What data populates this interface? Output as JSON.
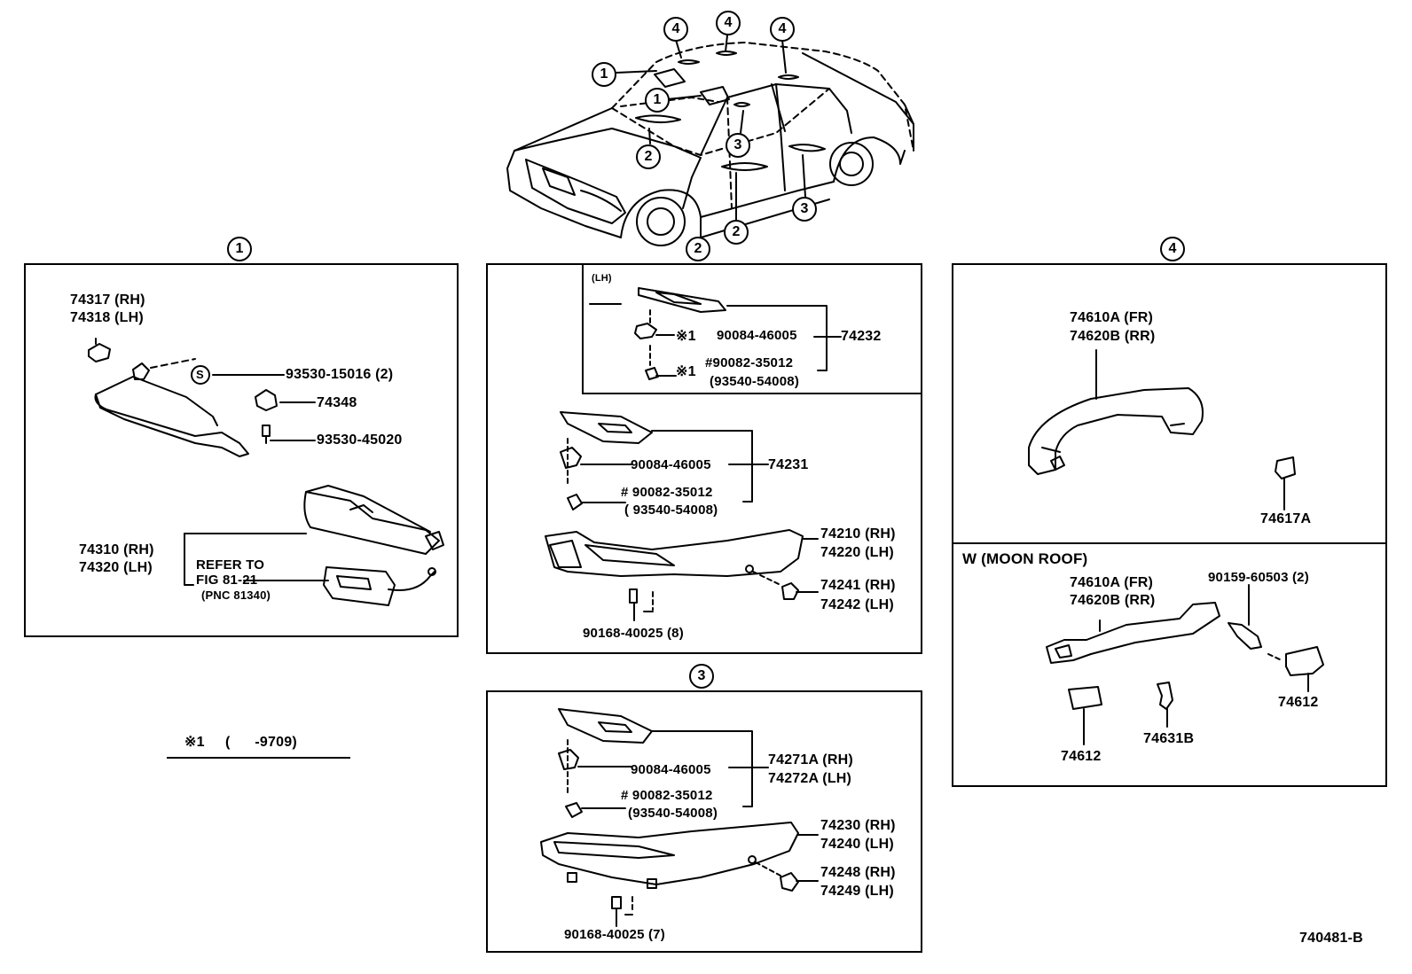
{
  "figure_code": "740481-B",
  "callouts": {
    "c1": "1",
    "c2": "2",
    "c3": "3",
    "c4": "4",
    "s": "S"
  },
  "footnote": {
    "mark": "※1",
    "range": "(      -9709)"
  },
  "section1": {
    "visor_clip": [
      "74317 (RH)",
      "74318 (LH)"
    ],
    "screw_s": "93530-15016 (2)",
    "holder": "74348",
    "screw": "93530-45020",
    "visor": [
      "74310 (RH)",
      "74320 (LH)"
    ],
    "refer": [
      "REFER TO",
      "FIG 81-21",
      "(PNC 81340)"
    ]
  },
  "section2": {
    "lh_tag": "(LH)",
    "top": {
      "clip_mark": "※1",
      "clip": "90084-46005",
      "assy": "74232",
      "screw_mark": "※1",
      "screw": "#90082-35012",
      "screw_alt": "(93540-54008)"
    },
    "mid": {
      "clip": "90084-46005",
      "assy": "74231",
      "screw": "# 90082-35012",
      "screw_alt": "( 93540-54008)"
    },
    "grip": [
      "74210 (RH)",
      "74220 (LH)"
    ],
    "plug": [
      "74241 (RH)",
      "74242 (LH)"
    ],
    "bolt": "90168-40025 (8)"
  },
  "section3": {
    "clip": "90084-46005",
    "assy": [
      "74271A (RH)",
      "74272A (LH)"
    ],
    "screw": "# 90082-35012",
    "screw_alt": "(93540-54008)",
    "grip": [
      "74230 (RH)",
      "74240 (LH)"
    ],
    "plug": [
      "74248 (RH)",
      "74249 (LH)"
    ],
    "bolt": "90168-40025 (7)"
  },
  "section4": {
    "handle": [
      "74610A (FR)",
      "74620B (RR)"
    ],
    "bracket": "74617A",
    "moonroof_title": "W (MOON ROOF)",
    "mr_handle": [
      "74610A (FR)",
      "74620B (RR)"
    ],
    "mr_screw": "90159-60503 (2)",
    "cover_right": "74612",
    "cover_left": "74612",
    "clip": "74631B"
  }
}
